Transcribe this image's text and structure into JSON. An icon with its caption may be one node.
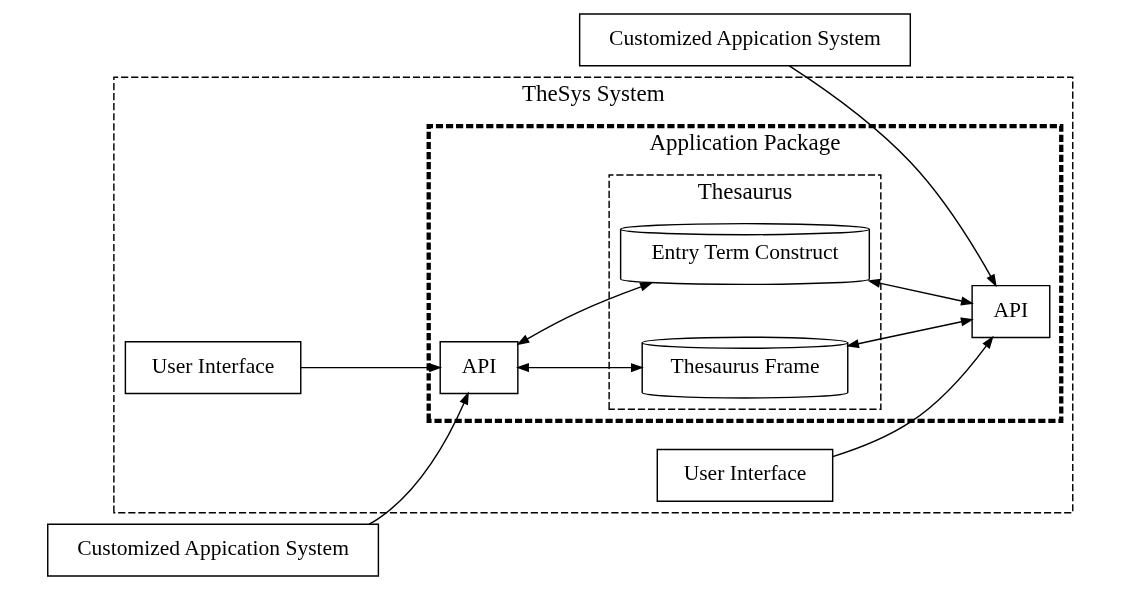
{
  "diagram": {
    "nodes": [
      {
        "text": [
          "TheSys System"
        ]
      },
      {
        "text": [
          "Customized Appication System"
        ]
      },
      {
        "text": [
          "Customized Appication System"
        ]
      },
      {
        "text": [
          "Application Package"
        ],
        "in": 0
      },
      {
        "text": [
          "Thesaurus"
        ],
        "in": 3
      },
      {
        "text": [
          "Entry Term Construct"
        ],
        "in": 4
      },
      {
        "text": [
          "API"
        ],
        "in": 3
      },
      {
        "text": [
          "API"
        ],
        "in": 3
      },
      {
        "text": [
          "Thesaurus Frame"
        ],
        "in": 4
      },
      {
        "text": [
          "User Interface"
        ],
        "in": 0
      },
      {
        "text": [
          "User Interface"
        ],
        "in": 0
      }
    ],
    "edges": [
      {
        "from": 1,
        "to": 6,
        "arrow": "to"
      },
      {
        "from": 9,
        "to": 6,
        "arrow": "to"
      },
      {
        "from": 6,
        "to": 5,
        "arrow": "both"
      },
      {
        "from": 6,
        "to": 8,
        "arrow": "both"
      },
      {
        "from": 5,
        "to": 7,
        "arrow": "both"
      },
      {
        "from": 8,
        "to": 7,
        "arrow": "both"
      },
      {
        "from": 2,
        "to": 7,
        "arrow": "to"
      },
      {
        "from": 10,
        "to": 7,
        "arrow": "to"
      }
    ]
  }
}
